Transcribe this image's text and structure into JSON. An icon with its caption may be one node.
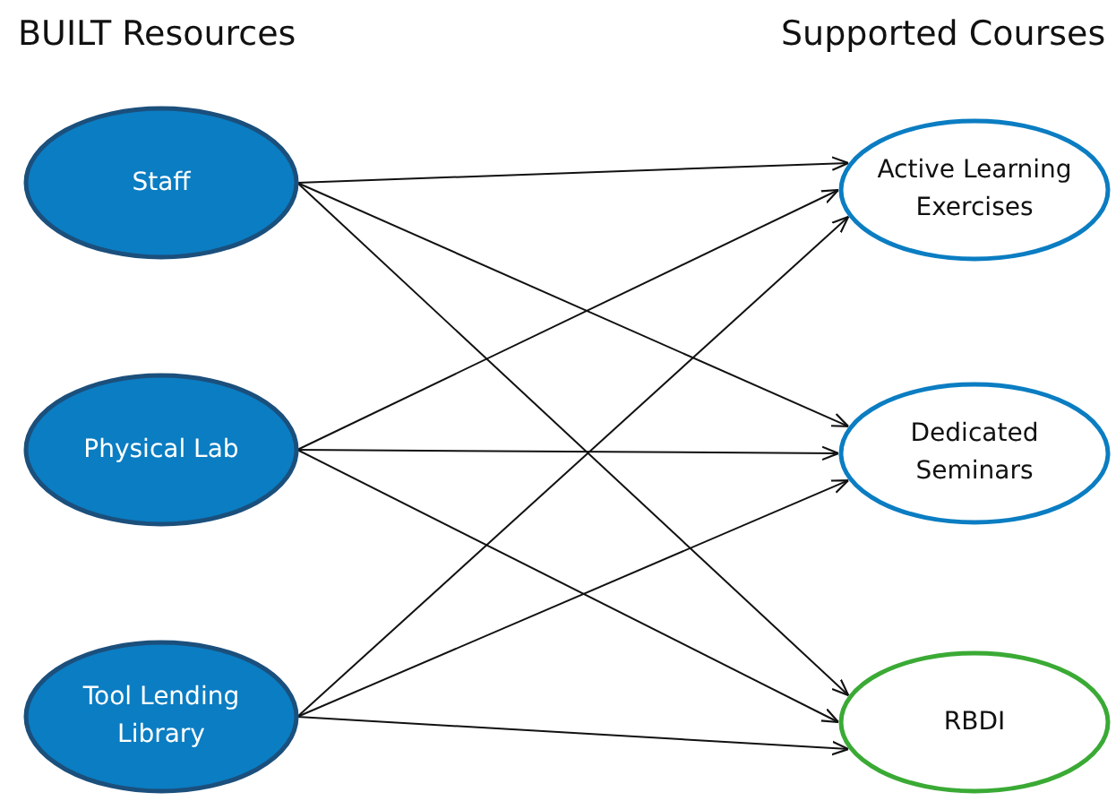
{
  "diagram": {
    "nodes": [
      {
        "text": [
          "Staff"
        ]
      },
      {
        "text": [
          "Physical Lab"
        ]
      },
      {
        "text": [
          "Tool Lending Library"
        ]
      },
      {
        "text": [
          "Active Learning Exercises"
        ]
      },
      {
        "text": [
          "Dedicated Seminars"
        ]
      },
      {
        "text": [
          "RBDI"
        ]
      }
    ],
    "edges": [
      {
        "from": 0,
        "to": 3,
        "arrow": "to"
      },
      {
        "from": 0,
        "to": 4,
        "arrow": "to"
      },
      {
        "from": 0,
        "to": 5,
        "arrow": "to"
      },
      {
        "from": 1,
        "to": 3,
        "arrow": "to"
      },
      {
        "from": 1,
        "to": 4,
        "arrow": "to"
      },
      {
        "from": 1,
        "to": 5,
        "arrow": "to"
      },
      {
        "from": 2,
        "to": 3,
        "arrow": "to"
      },
      {
        "from": 2,
        "to": 4,
        "arrow": "to"
      },
      {
        "from": 2,
        "to": 5,
        "arrow": "to"
      }
    ],
    "labels": [
      "BUILT Resources",
      "Supported Courses"
    ]
  }
}
